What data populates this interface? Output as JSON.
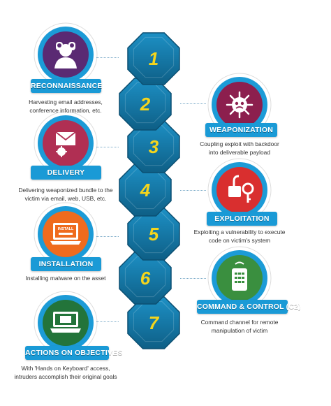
{
  "colors": {
    "banner": "#1a9ad6",
    "hex_dark": "#0e5f86",
    "hex_light": "#1d90c5",
    "number": "#f5d51c",
    "circle_outer": "#1c9bd7"
  },
  "stages": [
    {
      "number": "1",
      "title": "RECONNAISSANCE",
      "description": [
        "Harvesting email addresses,",
        "conference information, etc."
      ],
      "icon_name": "binoculars-person-icon",
      "icon_bg": "#5a2a73"
    },
    {
      "number": "2",
      "title": "WEAPONIZATION",
      "description": [
        "Coupling exploit with backdoor",
        "into deliverable payload"
      ],
      "icon_name": "virus-icon",
      "icon_bg": "#8c1f4e"
    },
    {
      "number": "3",
      "title": "DELIVERY",
      "description": [
        "Delivering weaponized bundle to the",
        "victim via email, web, USB, etc."
      ],
      "icon_name": "infected-envelope-icon",
      "icon_bg": "#b02f53"
    },
    {
      "number": "4",
      "title": "EXPLOITATION",
      "description": [
        "Exploiting a vulnerability to execute",
        "code on victim's system"
      ],
      "icon_name": "broken-lock-key-icon",
      "icon_bg": "#d92f2f"
    },
    {
      "number": "5",
      "title": "INSTALLATION",
      "description": [
        "Installing malware on the asset"
      ],
      "icon_name": "laptop-install-icon",
      "icon_bg": "#ef6b1e",
      "screen_text": "INSTALL"
    },
    {
      "number": "6",
      "title": "COMMAND & CONTROL (C2)",
      "description": [
        "Command channel for remote",
        "manipulation of victim"
      ],
      "icon_name": "remote-control-icon",
      "icon_bg": "#3a8f3f"
    },
    {
      "number": "7",
      "title": "ACTIONS ON OBJECTIVES",
      "description": [
        "With 'Hands on Keyboard' access,",
        "intruders accomplish their original goals"
      ],
      "icon_name": "hands-on-keyboard-icon",
      "icon_bg": "#23743a"
    }
  ]
}
